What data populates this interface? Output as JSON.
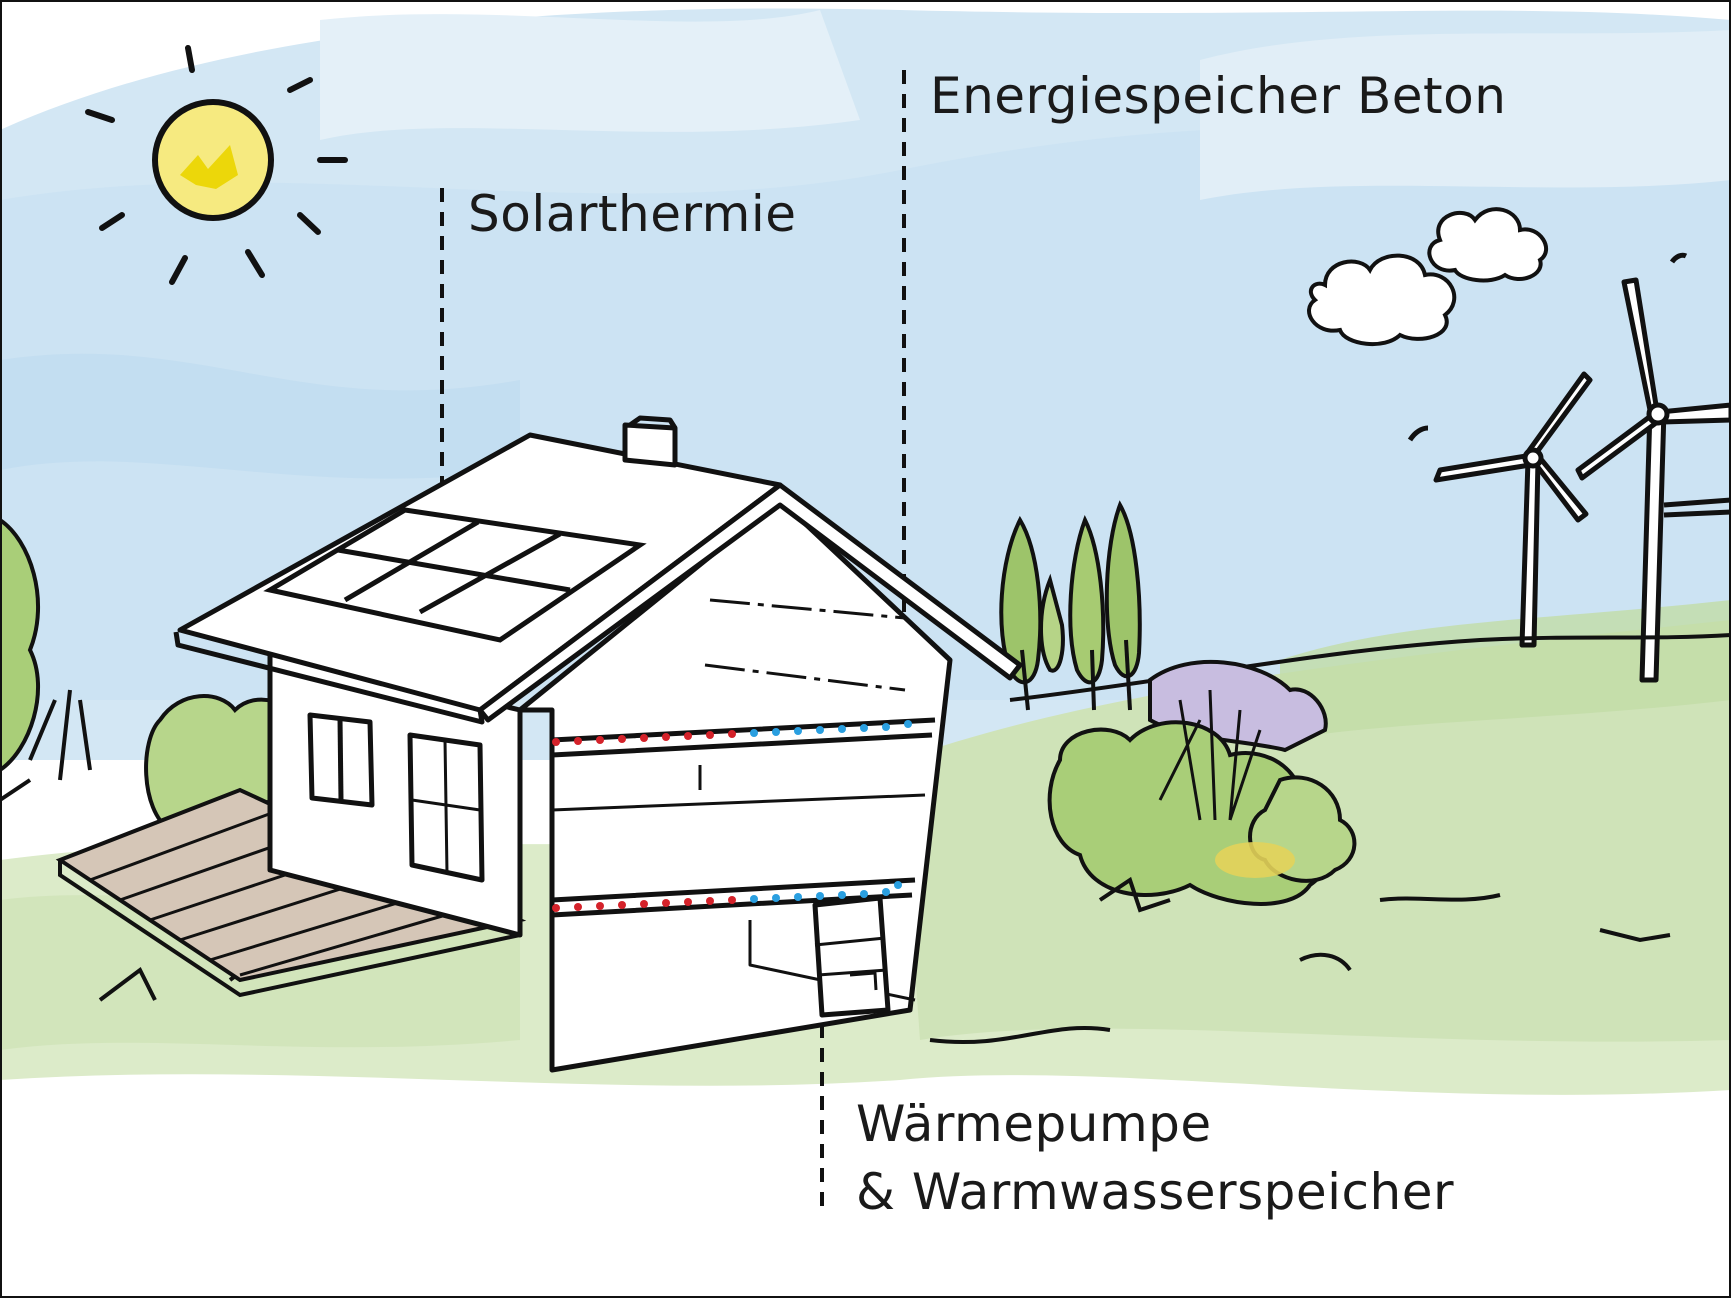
{
  "labels": {
    "solarthermie": "Solarthermie",
    "energiespeicher": "Energiespeicher Beton",
    "waermepumpe_line1": "Wärmepumpe",
    "waermepumpe_line2": "& Warmwasserspeicher"
  },
  "colors": {
    "sky": "#cfe5f3",
    "sky_light": "#e7f2f9",
    "grass": "#cfe3b8",
    "grass_dark": "#8fbf5a",
    "sun": "#f3e56a",
    "sun_core": "#e8d400",
    "ink": "#111111",
    "pipe_hot": "#d4222a",
    "pipe_cold": "#2a9fe0",
    "terrace": "#c9b8a8",
    "flowers": "#b9a6d6"
  },
  "icons": [
    "sun-icon",
    "cloud-icon",
    "wind-turbine-icon",
    "house-icon",
    "solar-panel-icon",
    "tree-icon",
    "bush-icon"
  ]
}
